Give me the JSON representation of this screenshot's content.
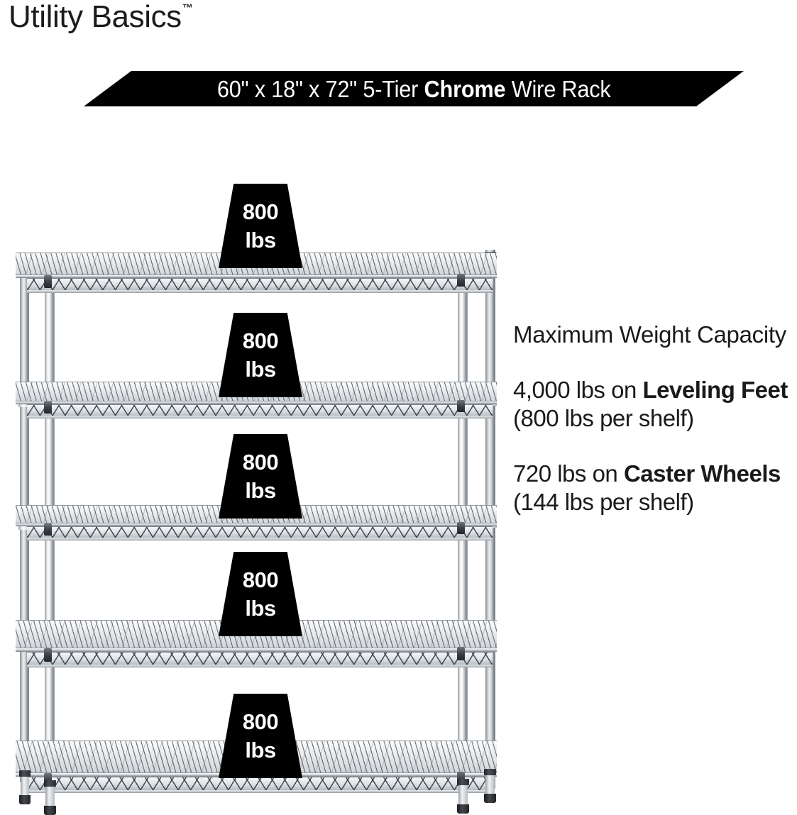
{
  "brand": {
    "name": "Utility Basics",
    "trademark": "™"
  },
  "banner": {
    "full_text": "60\" x 18\" x 72\" 5-Tier Chrome Wire Rack",
    "prefix": "60\" x 18\" x 72\" 5-Tier ",
    "emphasis": "Chrome",
    "suffix": " Wire Rack",
    "background_color": "#000000",
    "text_color": "#ffffff"
  },
  "product": {
    "dimensions": "60\" x 18\" x 72\"",
    "tiers": "5-Tier",
    "finish": "Chrome",
    "type": "Wire Rack"
  },
  "badges": [
    {
      "num": "800",
      "unit": "lbs"
    },
    {
      "num": "800",
      "unit": "lbs"
    },
    {
      "num": "800",
      "unit": "lbs"
    },
    {
      "num": "800",
      "unit": "lbs"
    },
    {
      "num": "800",
      "unit": "lbs"
    }
  ],
  "copy": {
    "heading": "Maximum Weight Capacity",
    "leveling": {
      "total": "4,000 lbs on ",
      "emphasis": "Leveling Feet",
      "detail": " (800 lbs per shelf)"
    },
    "caster": {
      "total": "720 lbs on ",
      "emphasis": "Caster Wheels",
      "detail": " (144 lbs per shelf)"
    }
  },
  "colors": {
    "background": "#ffffff",
    "ink": "#1a1a1a",
    "badge": "#000000",
    "chrome_light": "#f2f4f5",
    "chrome_dark": "#7f858b"
  }
}
